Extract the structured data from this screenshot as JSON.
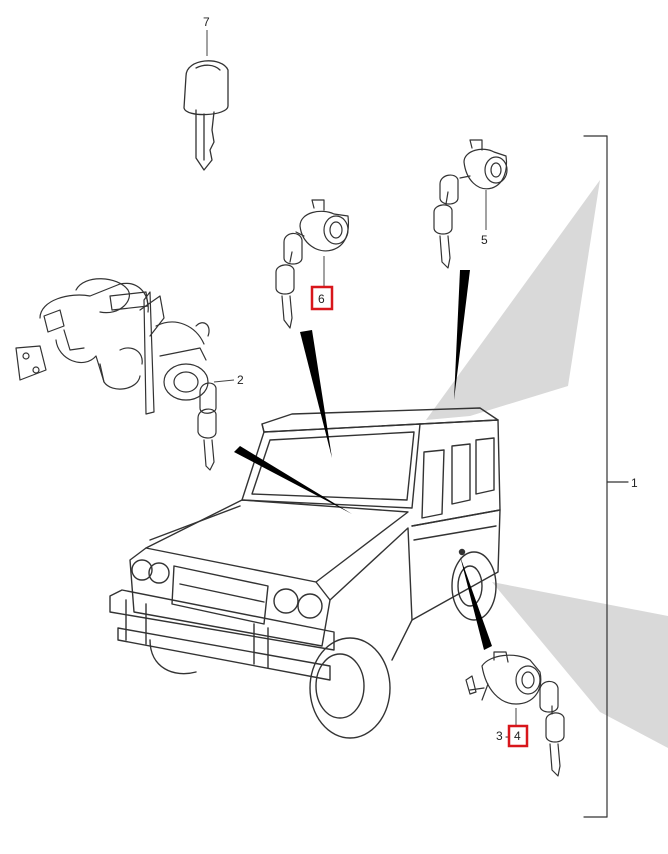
{
  "callouts": {
    "c1": "1",
    "c2": "2",
    "c3": "3",
    "c3_sep": "-",
    "c4": "4",
    "c5": "5",
    "c6": "6",
    "c7": "7"
  },
  "highlight_color": "#d8161b",
  "beam_color": "#d9d9d9",
  "icons": [
    "key-icon",
    "ignition-lock-assembly",
    "door-lock-cylinder",
    "tailgate-lock-cylinder",
    "vehicle-illustration"
  ]
}
